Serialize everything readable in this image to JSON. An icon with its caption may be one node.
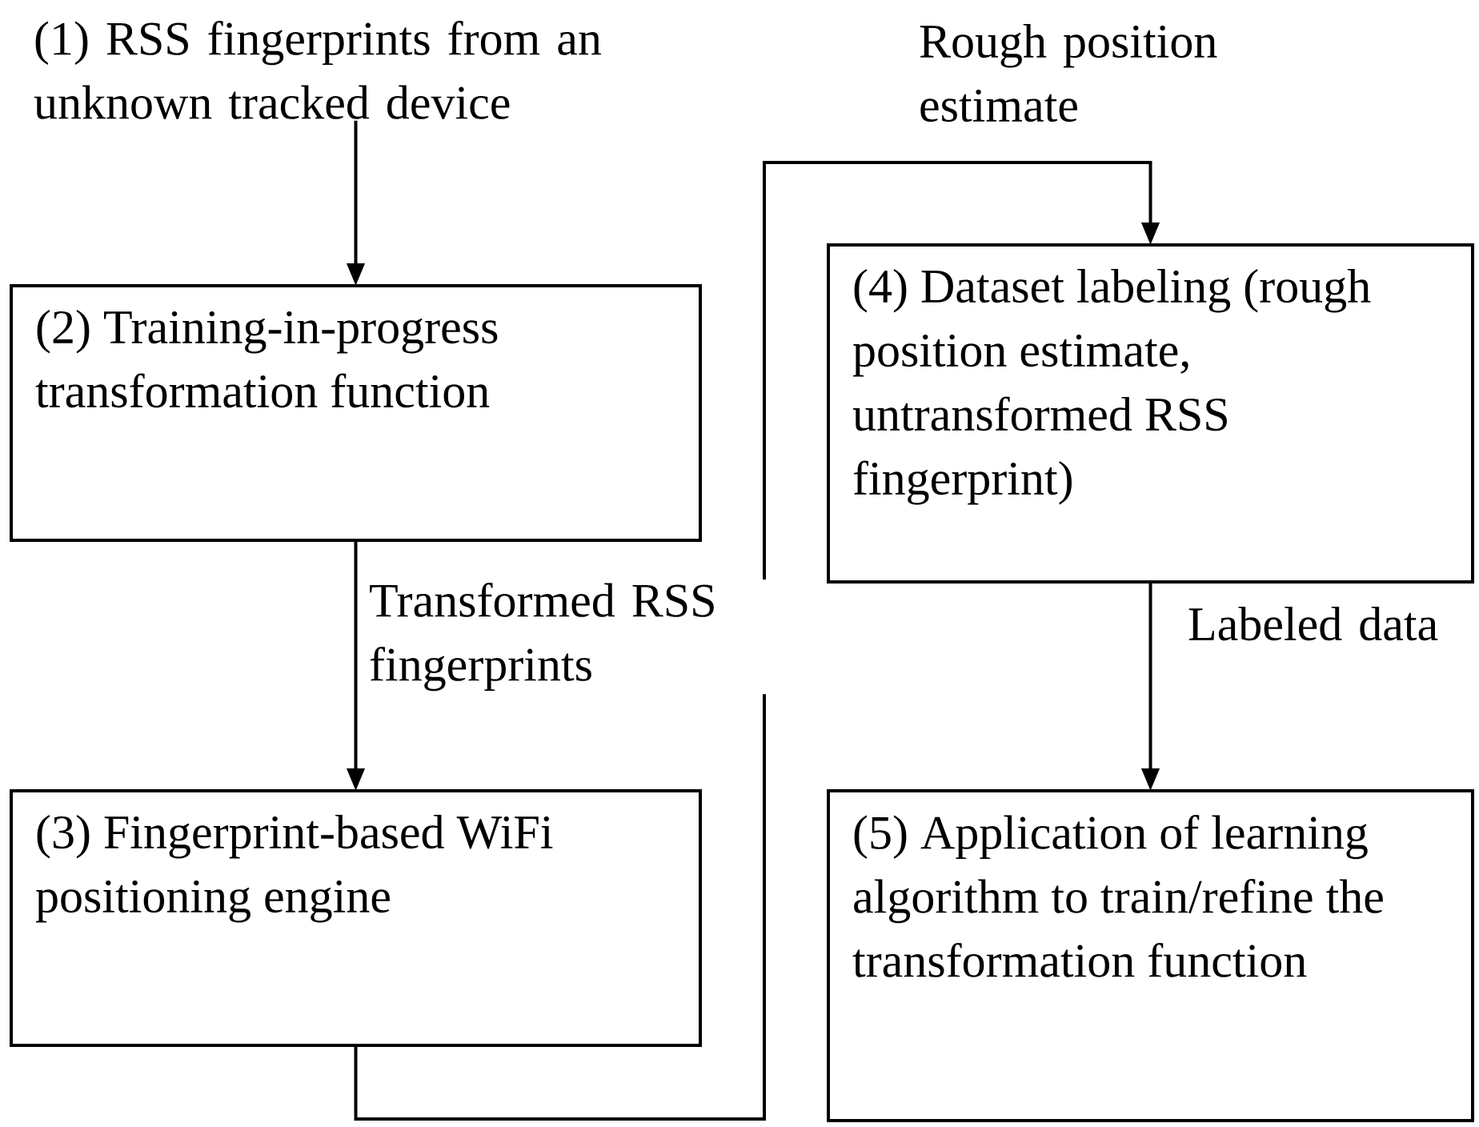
{
  "diagram": {
    "nodes": [
      {
        "text": [
          "(1) RSS fingerprints from an unknown tracked device"
        ]
      },
      {
        "text": [
          "(2) Training-in-progress transformation function"
        ]
      },
      {
        "text": [
          "(3) Fingerprint-based WiFi positioning engine"
        ]
      },
      {
        "text": [
          "(4) Dataset labeling (rough position estimate, untransformed RSS fingerprint)"
        ]
      },
      {
        "text": [
          "(5) Application of learning algorithm to train/refine the transformation function"
        ]
      }
    ],
    "edges": [
      {
        "from": 0,
        "to": 1,
        "arrow": "to"
      },
      {
        "from": 1,
        "to": 2,
        "arrow": "to",
        "label": "Transformed RSS fingerprints"
      },
      {
        "from": 2,
        "to": 3,
        "arrow": "to",
        "label": "Rough position estimate"
      },
      {
        "from": 3,
        "to": 4,
        "arrow": "to",
        "label": "Labeled data"
      }
    ]
  }
}
